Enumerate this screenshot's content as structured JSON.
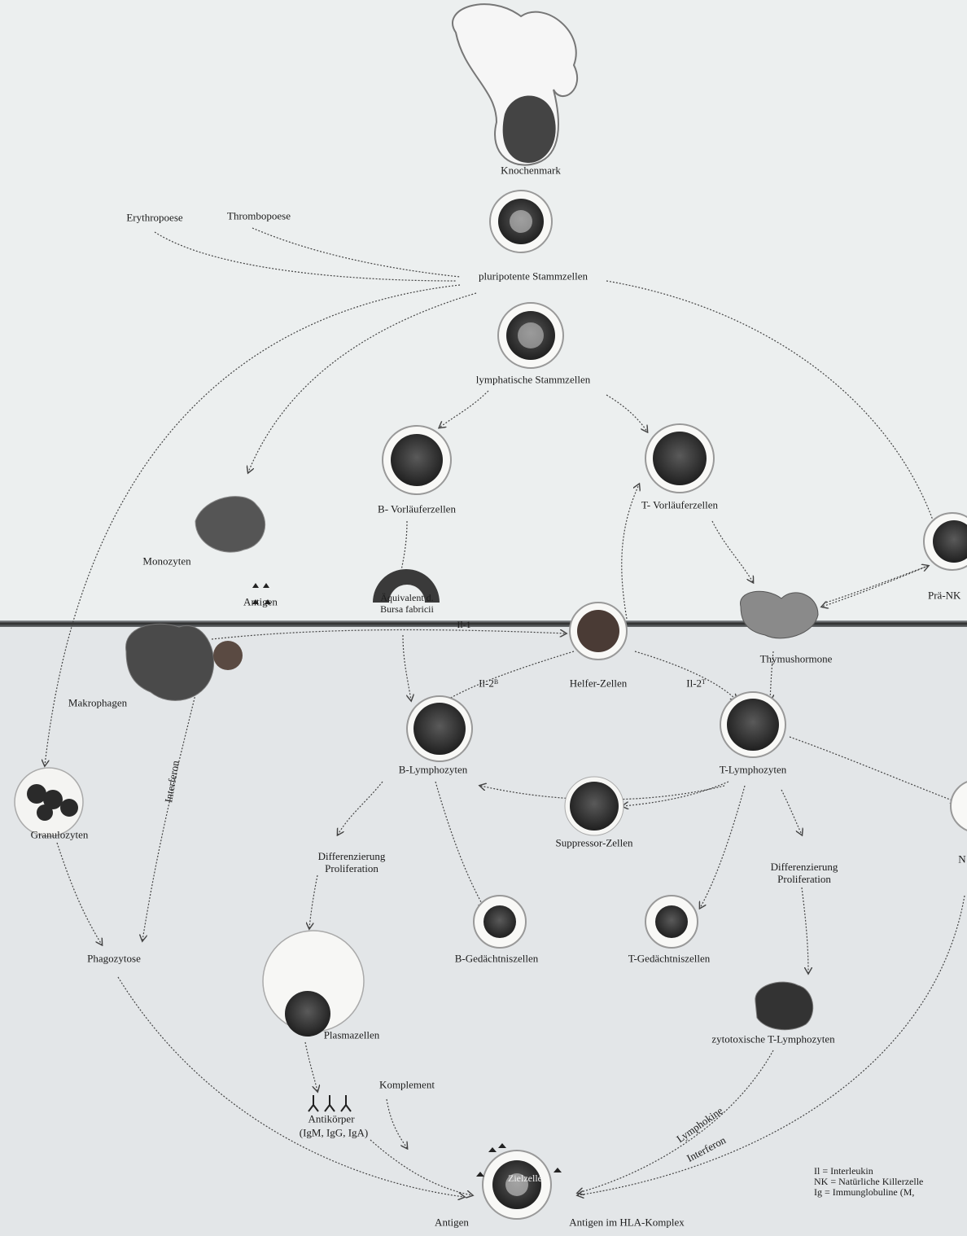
{
  "labels": {
    "knochenmark": "Knochenmark",
    "erythropoese": "Erythropoese",
    "thrombopoese": "Thrombopoese",
    "pluripotente": "pluripotente Stammzellen",
    "lymphatische": "lymphatische Stammzellen",
    "b_vorlaeufer": "B- Vorläuferzellen",
    "t_vorlaeufer": "T- Vorläuferzellen",
    "monozyten": "Monozyten",
    "antigen_top": "Antigen",
    "aequivalent": "Äquivalent d. Bursa fabricii",
    "il1": "Il-1",
    "pra_nk": "Prä-NK",
    "makrophagen": "Makrophagen",
    "helfer": "Helfer-Zellen",
    "il2b": "Il-2ᴮ",
    "il2t": "Il-2ᵀ",
    "thymushormone": "Thymushormone",
    "interferon_left": "Interferon",
    "b_lymphozyten": "B-Lymphozyten",
    "t_lymphozyten": "T-Lymphozyten",
    "granulozyten": "Granulozyten",
    "suppressor": "Suppressor-Zellen",
    "diff_left": "Differenzierung Proliferation",
    "diff_right": "Differenzierung Proliferation",
    "nk_right": "N",
    "phagozytose": "Phagozytose",
    "b_gedaechtnis": "B-Gedächtniszellen",
    "t_gedaechtnis": "T-Gedächtniszellen",
    "plasmazellen": "Plasmazellen",
    "zytotoxische": "zytotoxische T-Lymphozyten",
    "komplement": "Komplement",
    "antikoerper": "Antikörper",
    "antikoerper_sub": "(IgM, IgG, IgA)",
    "lymphokine": "Lymphokine",
    "interferon_right": "Interferon",
    "zielzelle": "Zielzelle",
    "antigen_bottom": "Antigen",
    "antigen_hla": "Antigen im HLA-Komplex"
  },
  "legend": [
    "Il = Interleukin",
    "NK = Natürliche Killerzelle",
    "Ig = Immunglobuline (M,"
  ],
  "colors": {
    "cell_dark": "#2a2a2a",
    "cell_ring": "#f4f4f2",
    "arrow": "#444444",
    "bone": "#dcdcdc"
  }
}
